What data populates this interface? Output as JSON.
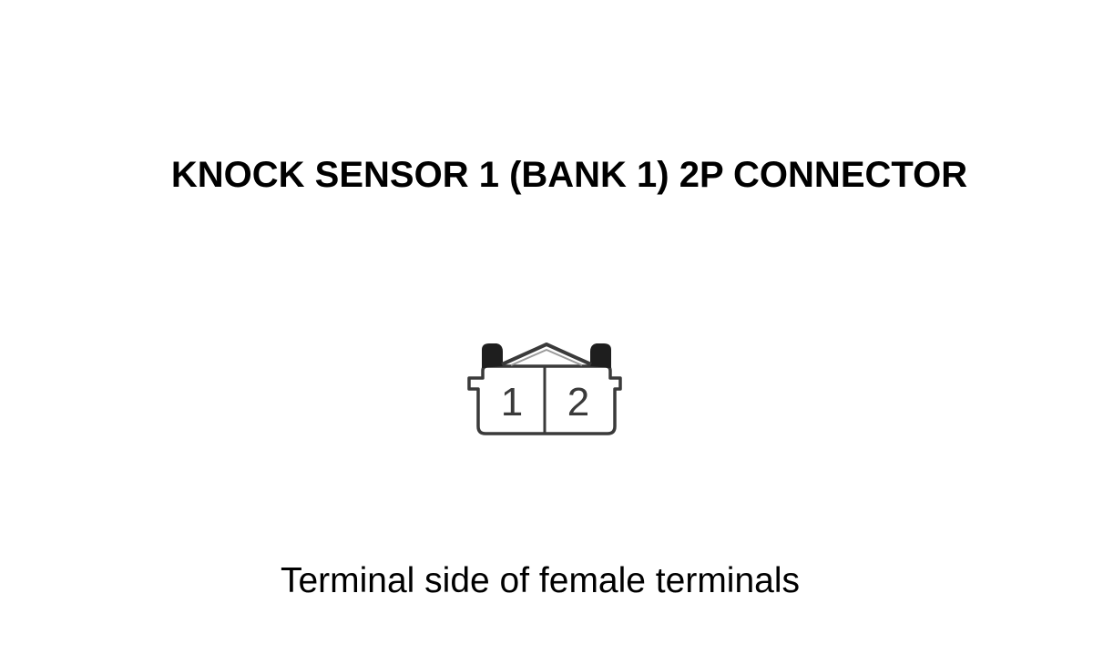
{
  "diagram": {
    "title": "KNOCK SENSOR 1 (BANK 1) 2P CONNECTOR",
    "connector": {
      "terminals": [
        "1",
        "2"
      ]
    },
    "caption": "Terminal side of female terminals"
  }
}
